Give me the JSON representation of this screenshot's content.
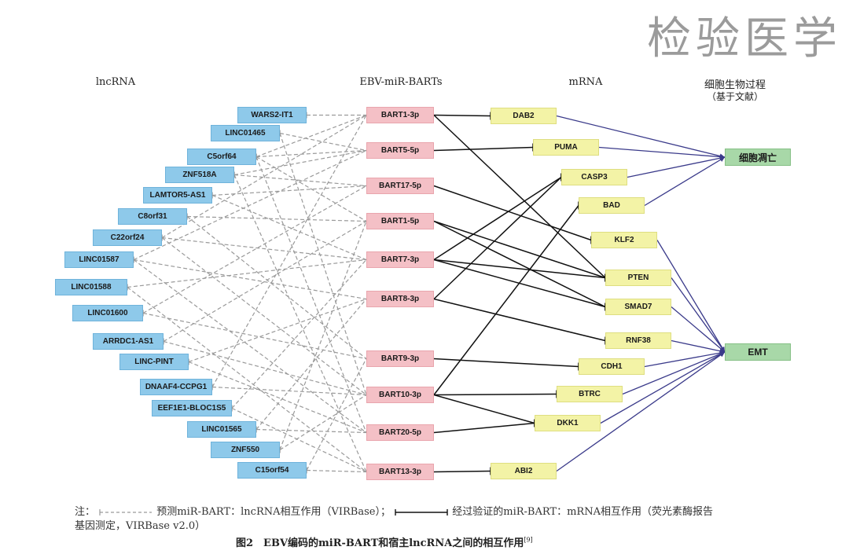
{
  "watermark": "检验医学",
  "headers": {
    "lnc": "lncRNA",
    "mir": "EBV-miR-BARTs",
    "mrna": "mRNA",
    "proc_line1": "细胞生物过程",
    "proc_line2": "（基于文献）"
  },
  "lncRNAs": [
    "WARS2-IT1",
    "LINC01465",
    "C5orf64",
    "ZNF518A",
    "LAMTOR5-AS1",
    "C8orf31",
    "C22orf24",
    "LINC01587",
    "LINC01588",
    "LINC01600",
    "ARRDC1-AS1",
    "LINC-PINT",
    "DNAAF4-CCPG1",
    "EEF1E1-BLOC1S5",
    "LINC01565",
    "ZNF550",
    "C15orf54"
  ],
  "bart": [
    "BART1-3p",
    "BART5-5p",
    "BART17-5p",
    "BART1-5p",
    "BART7-3p",
    "BART8-3p",
    "BART9-3p",
    "BART10-3p",
    "BART20-5p",
    "BART13-3p"
  ],
  "mrna": [
    "DAB2",
    "PUMA",
    "CASP3",
    "BAD",
    "KLF2",
    "PTEN",
    "SMAD7",
    "RNF38",
    "CDH1",
    "BTRC",
    "DKK1",
    "ABI2"
  ],
  "processes": [
    "细胞凋亡",
    "EMT"
  ],
  "predicted_edges": [
    [
      0,
      0
    ],
    [
      1,
      1
    ],
    [
      1,
      7
    ],
    [
      2,
      0
    ],
    [
      2,
      1
    ],
    [
      2,
      3
    ],
    [
      2,
      8
    ],
    [
      3,
      1
    ],
    [
      3,
      2
    ],
    [
      3,
      9
    ],
    [
      4,
      2
    ],
    [
      4,
      4
    ],
    [
      5,
      3
    ],
    [
      5,
      6
    ],
    [
      6,
      0
    ],
    [
      6,
      4
    ],
    [
      6,
      7
    ],
    [
      7,
      1
    ],
    [
      7,
      5
    ],
    [
      7,
      8
    ],
    [
      8,
      4
    ],
    [
      8,
      9
    ],
    [
      9,
      2
    ],
    [
      9,
      6
    ],
    [
      10,
      3
    ],
    [
      10,
      7
    ],
    [
      11,
      5
    ],
    [
      11,
      8
    ],
    [
      12,
      0
    ],
    [
      12,
      7
    ],
    [
      13,
      4
    ],
    [
      13,
      9
    ],
    [
      14,
      8
    ],
    [
      14,
      5
    ],
    [
      15,
      3
    ],
    [
      15,
      7
    ],
    [
      16,
      9
    ],
    [
      16,
      6
    ]
  ],
  "validated_edges": [
    [
      0,
      0
    ],
    [
      0,
      5
    ],
    [
      1,
      1
    ],
    [
      2,
      4
    ],
    [
      3,
      5
    ],
    [
      3,
      6
    ],
    [
      4,
      2
    ],
    [
      4,
      5
    ],
    [
      4,
      6
    ],
    [
      5,
      2
    ],
    [
      5,
      7
    ],
    [
      6,
      8
    ],
    [
      7,
      9
    ],
    [
      7,
      10
    ],
    [
      7,
      3
    ],
    [
      8,
      10
    ],
    [
      9,
      11
    ]
  ],
  "process_edges": [
    [
      0,
      0
    ],
    [
      1,
      0
    ],
    [
      2,
      0
    ],
    [
      3,
      0
    ],
    [
      4,
      1
    ],
    [
      5,
      1
    ],
    [
      6,
      1
    ],
    [
      7,
      1
    ],
    [
      8,
      1
    ],
    [
      9,
      1
    ],
    [
      10,
      1
    ],
    [
      11,
      1
    ]
  ],
  "legend": {
    "label_note": "注：",
    "predicted": "预测miR-BART：lncRNA相互作用（VIRBase）；",
    "validated": "经过验证的miR-BART：mRNA相互作用（荧光素酶报告",
    "validated_cont": "基因测定，VIRBase v2.0）"
  },
  "caption": {
    "text": "图2　EBV编码的miR-BART和宿主lncRNA之间的相互作用",
    "ref": "[9]"
  },
  "colors": {
    "lnc": "#8ec9ea",
    "mir": "#f4c0c6",
    "mrna": "#f3f3a6",
    "proc": "#a8d8a8",
    "predicted_line": "#9a9a9a",
    "validated_line": "#111111",
    "process_line": "#3a3a8a"
  }
}
